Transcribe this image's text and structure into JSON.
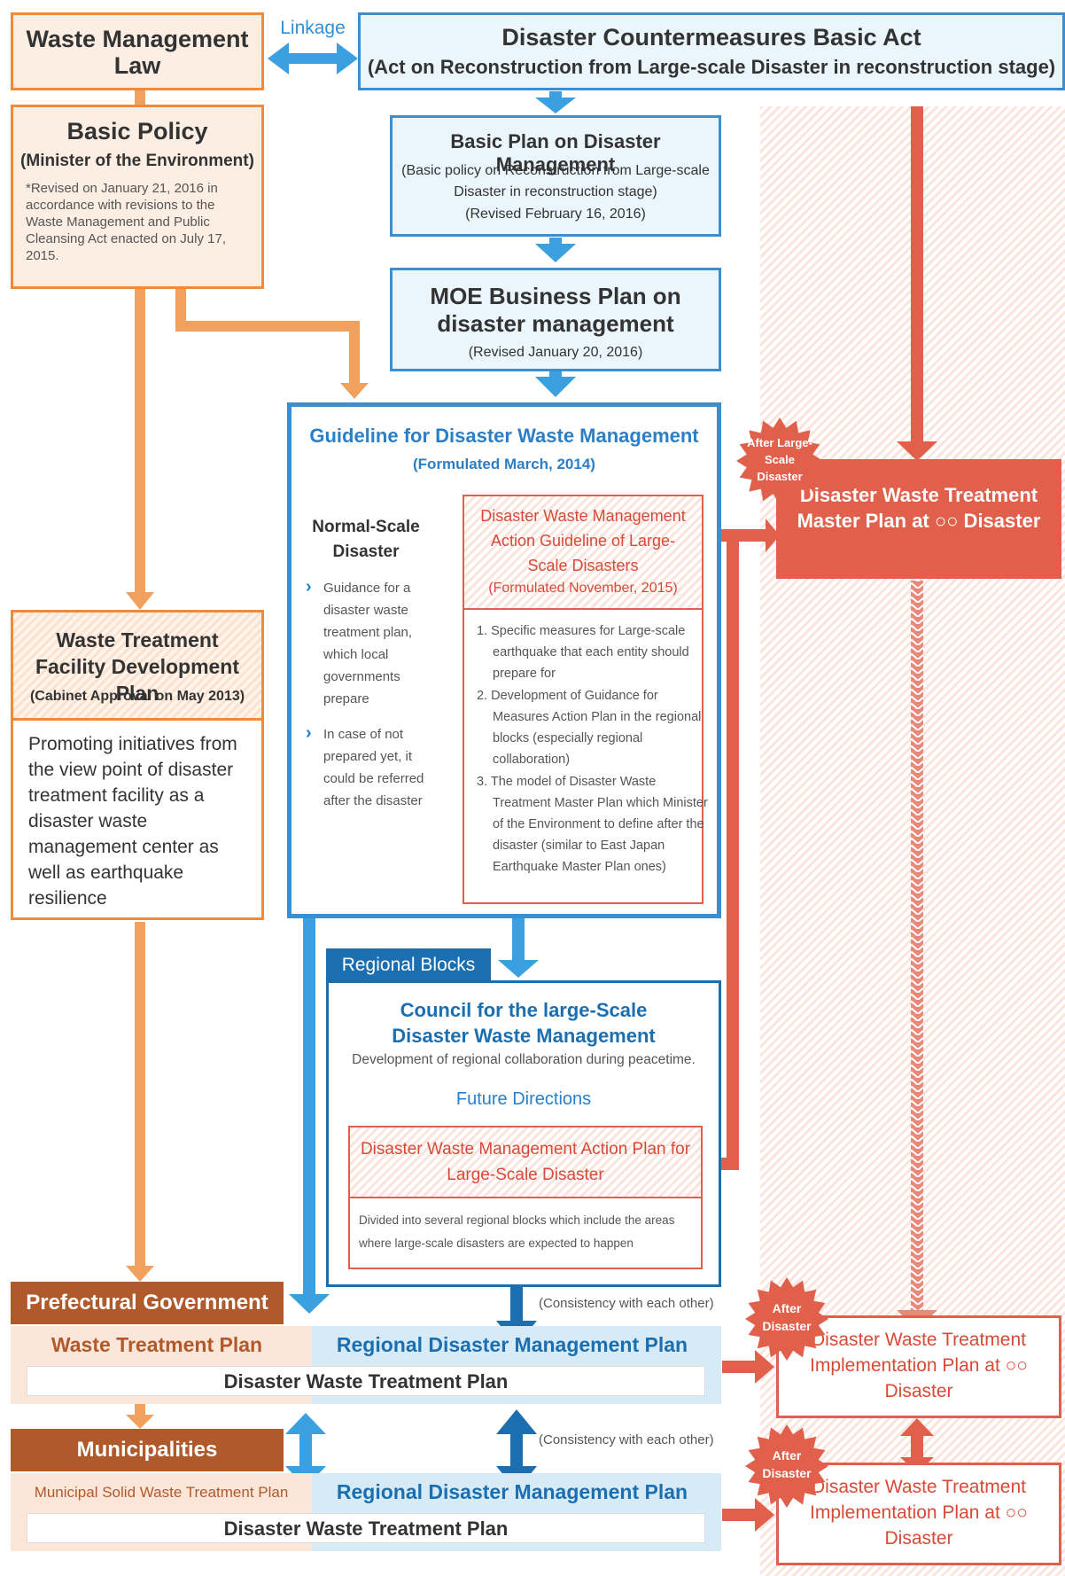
{
  "top": {
    "wml": "Waste Management Law",
    "linkage": "Linkage",
    "dcba_title": "Disaster Countermeasures Basic Act",
    "dcba_sub": "(Act on Reconstruction from Large-scale Disaster in reconstruction stage)"
  },
  "basic_policy": {
    "title": "Basic Policy",
    "sub": "(Minister of the Environment)",
    "note": "*Revised on January 21, 2016 in accordance with revisions to the Waste Management and Public Cleansing Act enacted on July 17, 2015."
  },
  "basic_plan": {
    "title": "Basic Plan on Disaster Management",
    "sub": "(Basic policy on Reconstruction from Large-scale Disaster in reconstruction stage)",
    "revised": "(Revised February 16, 2016)"
  },
  "moe": {
    "title": "MOE Business Plan on disaster management",
    "revised": "(Revised January 20, 2016)"
  },
  "guideline": {
    "title": "Guideline for Disaster Waste Management",
    "formulated": "(Formulated March, 2014)",
    "normal_title": "Normal-Scale Disaster",
    "normal_b1": "Guidance for a disaster waste treatment plan, which local governments prepare",
    "normal_b2": "In case of not prepared yet, it could be referred after the disaster",
    "action_title": "Disaster Waste Management Action Guideline of Large-Scale Disasters",
    "action_formulated": "(Formulated November, 2015)",
    "items": [
      "1. Specific measures for Large-scale earthquake that each entity should prepare for",
      "2. Development of Guidance for Measures Action Plan in the regional blocks (especially regional collaboration)",
      "3. The model of  Disaster Waste Treatment Master Plan which Minister of the Environment to define after the disaster (similar to East Japan Earthquake Master Plan ones)"
    ]
  },
  "wtfdp": {
    "title": "Waste Treatment Facility Development Plan",
    "sub": "(Cabinet Approval on May 2013)",
    "body": "Promoting initiatives from the view point of disaster treatment facility as a disaster waste management center as well as earthquake resilience"
  },
  "regional": {
    "tab": "Regional Blocks",
    "council": "Council for the large-Scale Disaster Waste Management",
    "dev": "Development of regional collaboration during peacetime.",
    "future": "Future Directions",
    "action_plan": "Disaster Waste Management Action Plan for Large-Scale Disaster",
    "divided": "Divided into several regional blocks which include the areas where large-scale disasters are expected to happen"
  },
  "right": {
    "star1": "After Large-Scale Disaster",
    "master": "Disaster Waste Treatment Master Plan at ○○ Disaster",
    "star2": "After Disaster",
    "impl1": "Disaster Waste Treatment Implementation Plan at ○○ Disaster",
    "star3": "After Disaster",
    "impl2": "Disaster Waste Treatment Implementation Plan at ○○ Disaster"
  },
  "pref": {
    "header": "Prefectural Government",
    "wtp": "Waste Treatment Plan",
    "rdmp": "Regional Disaster Management Plan",
    "dwtp": "Disaster Waste Treatment Plan",
    "consistency": "(Consistency with each other)"
  },
  "muni": {
    "header": "Municipalities",
    "mswtp": "Municipal Solid Waste Treatment Plan",
    "rdmp": "Regional Disaster Management Plan",
    "dwtp": "Disaster Waste Treatment Plan",
    "consistency": "(Consistency with each other)"
  }
}
